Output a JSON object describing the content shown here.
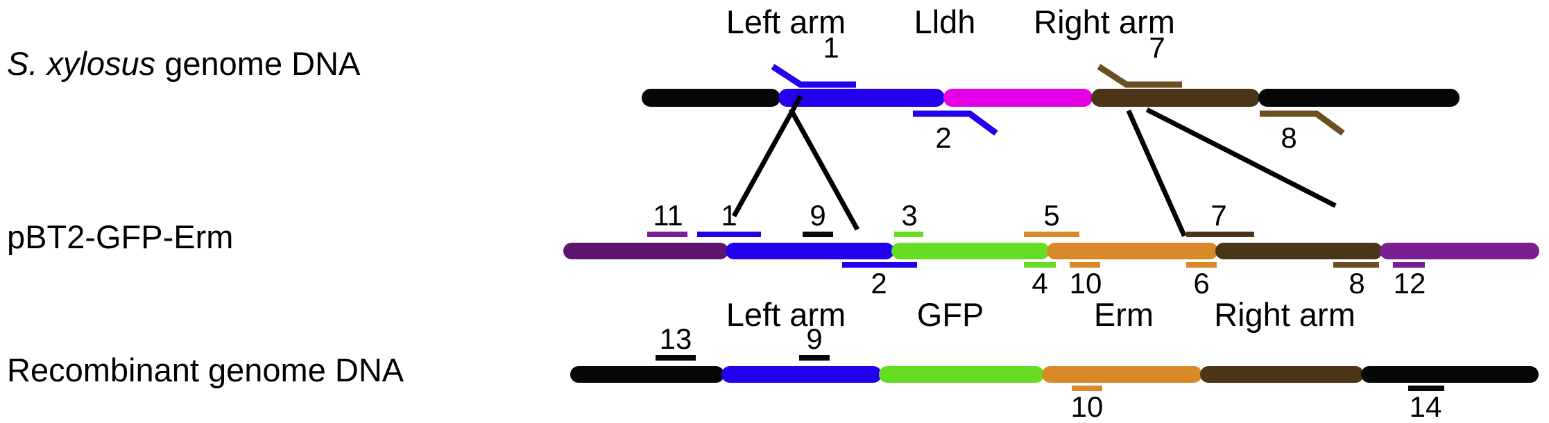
{
  "figure": {
    "type": "diagram",
    "subject": "Allelic replacement of Lldh with GFP-Erm cassette via homologous recombination in S. xylosus",
    "background": "#ffffff"
  },
  "colors": {
    "black": "#070707",
    "blue": "#2200ee",
    "magenta": "#e600e6",
    "brown": "#4a3518",
    "brown_light": "#6b4f22",
    "green": "#66dd22",
    "orange": "#d98a28",
    "purple": "#7a1f8f",
    "purple_dark": "#5e1570"
  },
  "rows": [
    {
      "id": "genome",
      "caption": "S. xylosus genome DNA",
      "caption_italic_prefix": "S. xylosus",
      "caption_rest": " genome DNA",
      "segment_titles": [
        {
          "label": "Left arm",
          "color": "#000000"
        },
        {
          "label": "Lldh",
          "color": "#000000"
        },
        {
          "label": "Right arm",
          "color": "#000000"
        }
      ],
      "segments": [
        {
          "name": "flank-left-black",
          "color": "#070707"
        },
        {
          "name": "left-arm-blue",
          "color": "#2200ee"
        },
        {
          "name": "lldh-magenta",
          "color": "#e600e6"
        },
        {
          "name": "right-arm-brown",
          "color": "#4a3518"
        },
        {
          "name": "flank-right-black",
          "color": "#070707"
        }
      ],
      "primers": [
        {
          "id": "1",
          "label": "1",
          "color": "#2200ee",
          "position": "above",
          "style": "arrow-right"
        },
        {
          "id": "2",
          "label": "2",
          "color": "#2200ee",
          "position": "below",
          "style": "arrow-right-down"
        },
        {
          "id": "7",
          "label": "7",
          "color": "#6b4f22",
          "position": "above",
          "style": "arrow-right"
        },
        {
          "id": "8",
          "label": "8",
          "color": "#6b4f22",
          "position": "below",
          "style": "arrow-right-down"
        }
      ]
    },
    {
      "id": "plasmid",
      "caption": "pBT2-GFP-Erm",
      "segment_titles": [
        {
          "label": "Left arm",
          "color": "#000000"
        },
        {
          "label": "GFP",
          "color": "#000000"
        },
        {
          "label": "Erm",
          "color": "#000000"
        },
        {
          "label": "Right arm",
          "color": "#000000"
        }
      ],
      "segments": [
        {
          "name": "vector-left-purple",
          "color": "#5e1570"
        },
        {
          "name": "left-arm-blue",
          "color": "#2200ee"
        },
        {
          "name": "gfp-green",
          "color": "#66dd22"
        },
        {
          "name": "erm-orange",
          "color": "#d98a28"
        },
        {
          "name": "right-arm-brown",
          "color": "#4a3518"
        },
        {
          "name": "vector-right-purple",
          "color": "#7a1f8f"
        }
      ],
      "primers": [
        {
          "id": "11",
          "label": "11",
          "color": "#7a1f8f",
          "position": "above"
        },
        {
          "id": "1",
          "label": "1",
          "color": "#2200ee",
          "position": "above"
        },
        {
          "id": "9",
          "label": "9",
          "color": "#070707",
          "position": "above"
        },
        {
          "id": "3",
          "label": "3",
          "color": "#66dd22",
          "position": "above"
        },
        {
          "id": "5",
          "label": "5",
          "color": "#d98a28",
          "position": "above"
        },
        {
          "id": "7",
          "label": "7",
          "color": "#4a3518",
          "position": "above"
        },
        {
          "id": "2",
          "label": "2",
          "color": "#2200ee",
          "position": "below"
        },
        {
          "id": "4",
          "label": "4",
          "color": "#66dd22",
          "position": "below"
        },
        {
          "id": "10",
          "label": "10",
          "color": "#d98a28",
          "position": "below"
        },
        {
          "id": "6",
          "label": "6",
          "color": "#d98a28",
          "position": "below"
        },
        {
          "id": "8",
          "label": "8",
          "color": "#6b4f22",
          "position": "below"
        },
        {
          "id": "12",
          "label": "12",
          "color": "#7a1f8f",
          "position": "below"
        }
      ]
    },
    {
      "id": "recombinant",
      "caption": "Recombinant genome DNA",
      "segment_titles": [
        {
          "label": "Left arm",
          "color": "#000000"
        },
        {
          "label": "GFP",
          "color": "#000000"
        },
        {
          "label": "Erm",
          "color": "#000000"
        },
        {
          "label": "Right arm",
          "color": "#000000"
        }
      ],
      "segments": [
        {
          "name": "flank-left-black",
          "color": "#070707"
        },
        {
          "name": "left-arm-blue",
          "color": "#2200ee"
        },
        {
          "name": "gfp-green",
          "color": "#66dd22"
        },
        {
          "name": "erm-orange",
          "color": "#d98a28"
        },
        {
          "name": "right-arm-brown",
          "color": "#4a3518"
        },
        {
          "name": "flank-right-black",
          "color": "#070707"
        }
      ],
      "primers": [
        {
          "id": "13",
          "label": "13",
          "color": "#070707",
          "position": "above"
        },
        {
          "id": "9",
          "label": "9",
          "color": "#070707",
          "position": "above"
        },
        {
          "id": "10",
          "label": "10",
          "color": "#d98a28",
          "position": "below"
        },
        {
          "id": "14",
          "label": "14",
          "color": "#070707",
          "position": "below"
        }
      ]
    }
  ],
  "crossovers": [
    {
      "name": "left-crossover",
      "description": "X shaped recombination lines between genome left arm and plasmid left arm"
    },
    {
      "name": "right-crossover",
      "description": "X shaped recombination lines between genome right arm and plasmid right arm"
    }
  ]
}
